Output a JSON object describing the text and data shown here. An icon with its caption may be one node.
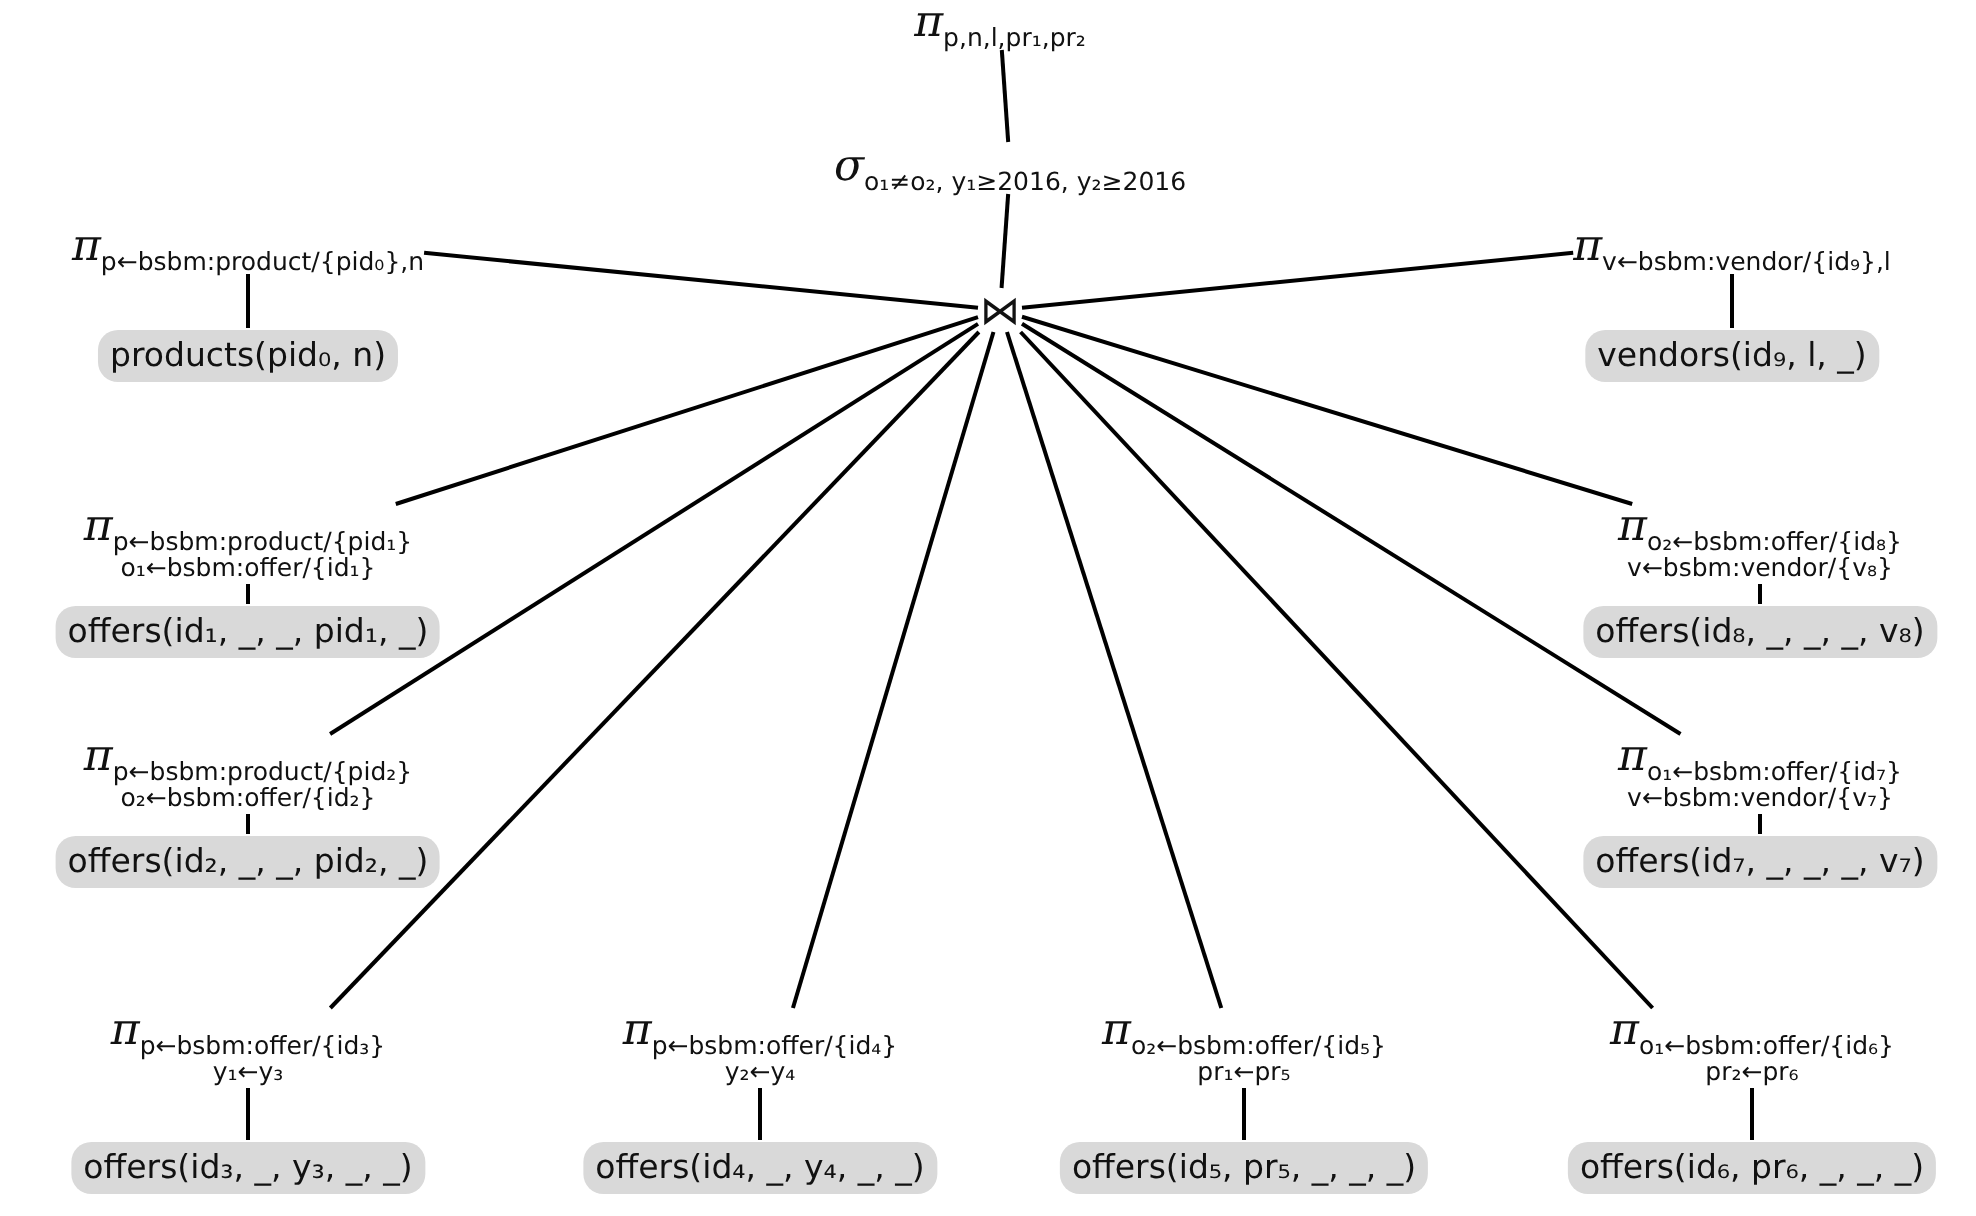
{
  "diagram": {
    "nodes": [
      {
        "text": [
          "π",
          "p,n,l,pr₁,pr₂"
        ]
      },
      {
        "text": [
          "σ",
          "o₁≠o₂, y₁≥2016, y₂≥2016"
        ]
      },
      {
        "text": [
          "π",
          "p←bsbm:product/{pid₀},n"
        ]
      },
      {
        "text": [
          "⋈"
        ]
      },
      {
        "text": [
          "π",
          "v←bsbm:vendor/{id₉},l"
        ]
      },
      {
        "text": [
          "products(pid₀, n)"
        ]
      },
      {
        "text": [
          "vendors(id₉, l, _)"
        ]
      },
      {
        "text": [
          "π",
          "p←bsbm:product/{pid₁}",
          "o₁←bsbm:offer/{id₁}"
        ]
      },
      {
        "text": [
          "π",
          "o₂←bsbm:offer/{id₈}",
          "v←bsbm:vendor/{v₈}"
        ]
      },
      {
        "text": [
          "offers(id₁, _, _, pid₁, _)"
        ]
      },
      {
        "text": [
          "offers(id₈, _, _, _, v₈)"
        ]
      },
      {
        "text": [
          "π",
          "p←bsbm:product/{pid₂}",
          "o₂←bsbm:offer/{id₂}"
        ]
      },
      {
        "text": [
          "π",
          "o₁←bsbm:offer/{id₇}",
          "v←bsbm:vendor/{v₇}"
        ]
      },
      {
        "text": [
          "offers(id₂, _, _, pid₂, _)"
        ]
      },
      {
        "text": [
          "offers(id₇, _, _, _, v₇)"
        ]
      },
      {
        "text": [
          "π",
          "p←bsbm:offer/{id₃}",
          "y₁←y₃"
        ]
      },
      {
        "text": [
          "π",
          "p←bsbm:offer/{id₄}",
          "y₂←y₄"
        ]
      },
      {
        "text": [
          "π",
          "o₂←bsbm:offer/{id₅}",
          "pr₁←pr₅"
        ]
      },
      {
        "text": [
          "π",
          "o₁←bsbm:offer/{id₆}",
          "pr₂←pr₆"
        ]
      },
      {
        "text": [
          "offers(id₃, _, y₃, _, _)"
        ]
      },
      {
        "text": [
          "offers(id₄, _, y₄, _, _)"
        ]
      },
      {
        "text": [
          "offers(id₅, pr₅, _, _, _)"
        ]
      },
      {
        "text": [
          "offers(id₆, pr₆, _, _, _)"
        ]
      }
    ],
    "edges": [
      {
        "from": 0,
        "to": 1,
        "arrow": "none"
      },
      {
        "from": 1,
        "to": 3,
        "arrow": "none"
      },
      {
        "from": 3,
        "to": 2,
        "arrow": "none"
      },
      {
        "from": 3,
        "to": 4,
        "arrow": "none"
      },
      {
        "from": 2,
        "to": 5,
        "arrow": "none"
      },
      {
        "from": 4,
        "to": 6,
        "arrow": "none"
      },
      {
        "from": 3,
        "to": 7,
        "arrow": "none"
      },
      {
        "from": 3,
        "to": 8,
        "arrow": "none"
      },
      {
        "from": 7,
        "to": 9,
        "arrow": "none"
      },
      {
        "from": 8,
        "to": 10,
        "arrow": "none"
      },
      {
        "from": 3,
        "to": 11,
        "arrow": "none"
      },
      {
        "from": 3,
        "to": 12,
        "arrow": "none"
      },
      {
        "from": 11,
        "to": 13,
        "arrow": "none"
      },
      {
        "from": 12,
        "to": 14,
        "arrow": "none"
      },
      {
        "from": 3,
        "to": 15,
        "arrow": "none"
      },
      {
        "from": 3,
        "to": 16,
        "arrow": "none"
      },
      {
        "from": 3,
        "to": 17,
        "arrow": "none"
      },
      {
        "from": 3,
        "to": 18,
        "arrow": "none"
      },
      {
        "from": 15,
        "to": 19,
        "arrow": "none"
      },
      {
        "from": 16,
        "to": 20,
        "arrow": "none"
      },
      {
        "from": 17,
        "to": 21,
        "arrow": "none"
      },
      {
        "from": 18,
        "to": 22,
        "arrow": "none"
      }
    ]
  }
}
